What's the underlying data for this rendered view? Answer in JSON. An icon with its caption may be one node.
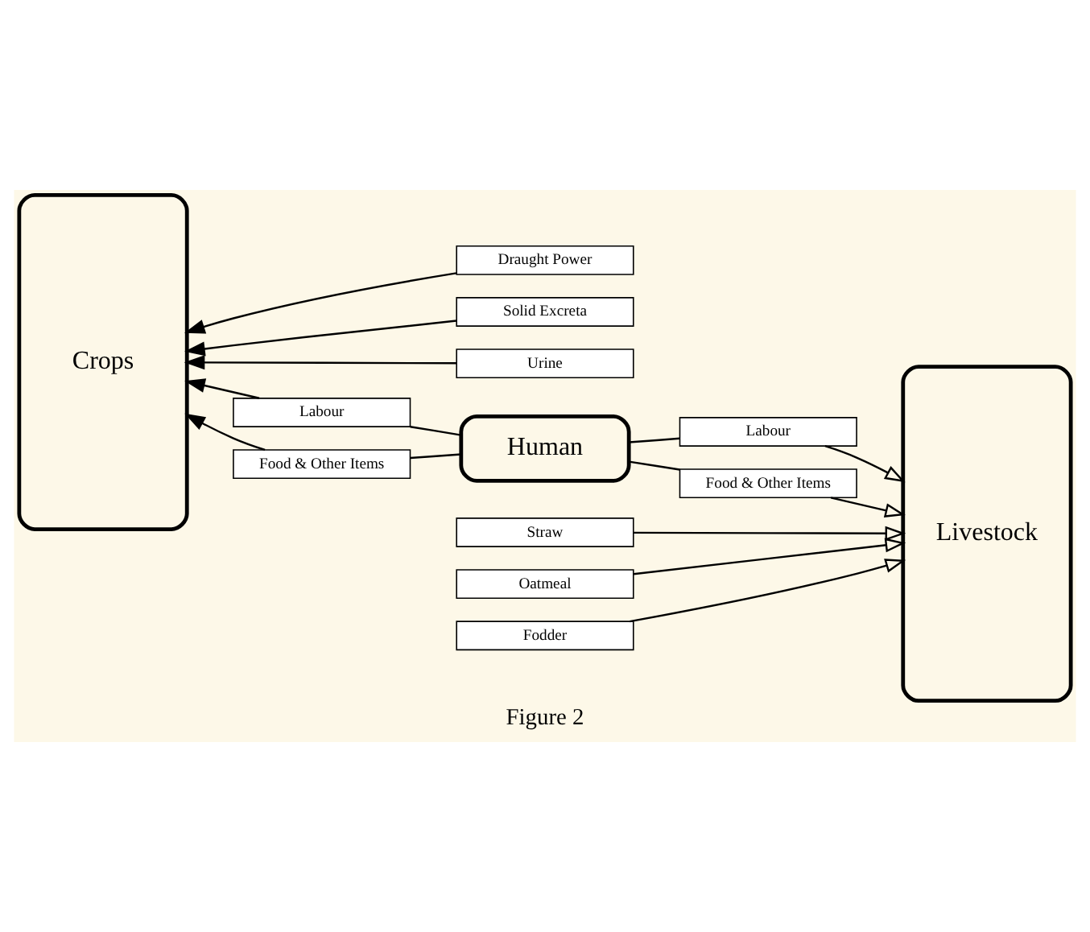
{
  "diagram": {
    "caption": "Figure 2",
    "nodes": [
      {
        "text": [
          "Crops"
        ]
      },
      {
        "text": [
          "Livestock"
        ]
      },
      {
        "text": [
          "Straw"
        ]
      },
      {
        "text": [
          "Oatmeal"
        ]
      },
      {
        "text": [
          "Fodder"
        ]
      },
      {
        "text": [
          "Draught Power"
        ]
      },
      {
        "text": [
          "Solid Excreta"
        ]
      },
      {
        "text": [
          "Urine"
        ]
      },
      {
        "text": [
          "Labour"
        ]
      },
      {
        "text": [
          "Labour"
        ]
      },
      {
        "text": [
          "Human"
        ]
      },
      {
        "text": [
          "Food & Other Items"
        ]
      },
      {
        "text": [
          "Food & Other Items"
        ]
      }
    ],
    "edges": [
      {
        "from": 2,
        "to": 1,
        "arrow": "to"
      },
      {
        "from": 3,
        "to": 1,
        "arrow": "to"
      },
      {
        "from": 4,
        "to": 1,
        "arrow": "to"
      },
      {
        "from": 5,
        "to": 0,
        "arrow": "to"
      },
      {
        "from": 6,
        "to": 0,
        "arrow": "to"
      },
      {
        "from": 7,
        "to": 0,
        "arrow": "to"
      },
      {
        "from": 8,
        "to": 0,
        "arrow": "to"
      },
      {
        "from": 9,
        "to": 1,
        "arrow": "to"
      },
      {
        "from": 10,
        "to": 8,
        "arrow": "none"
      },
      {
        "from": 10,
        "to": 9,
        "arrow": "none"
      },
      {
        "from": 10,
        "to": 11,
        "arrow": "none"
      },
      {
        "from": 10,
        "to": 12,
        "arrow": "none"
      },
      {
        "from": 11,
        "to": 0,
        "arrow": "to"
      },
      {
        "from": 12,
        "to": 1,
        "arrow": "to"
      }
    ]
  }
}
